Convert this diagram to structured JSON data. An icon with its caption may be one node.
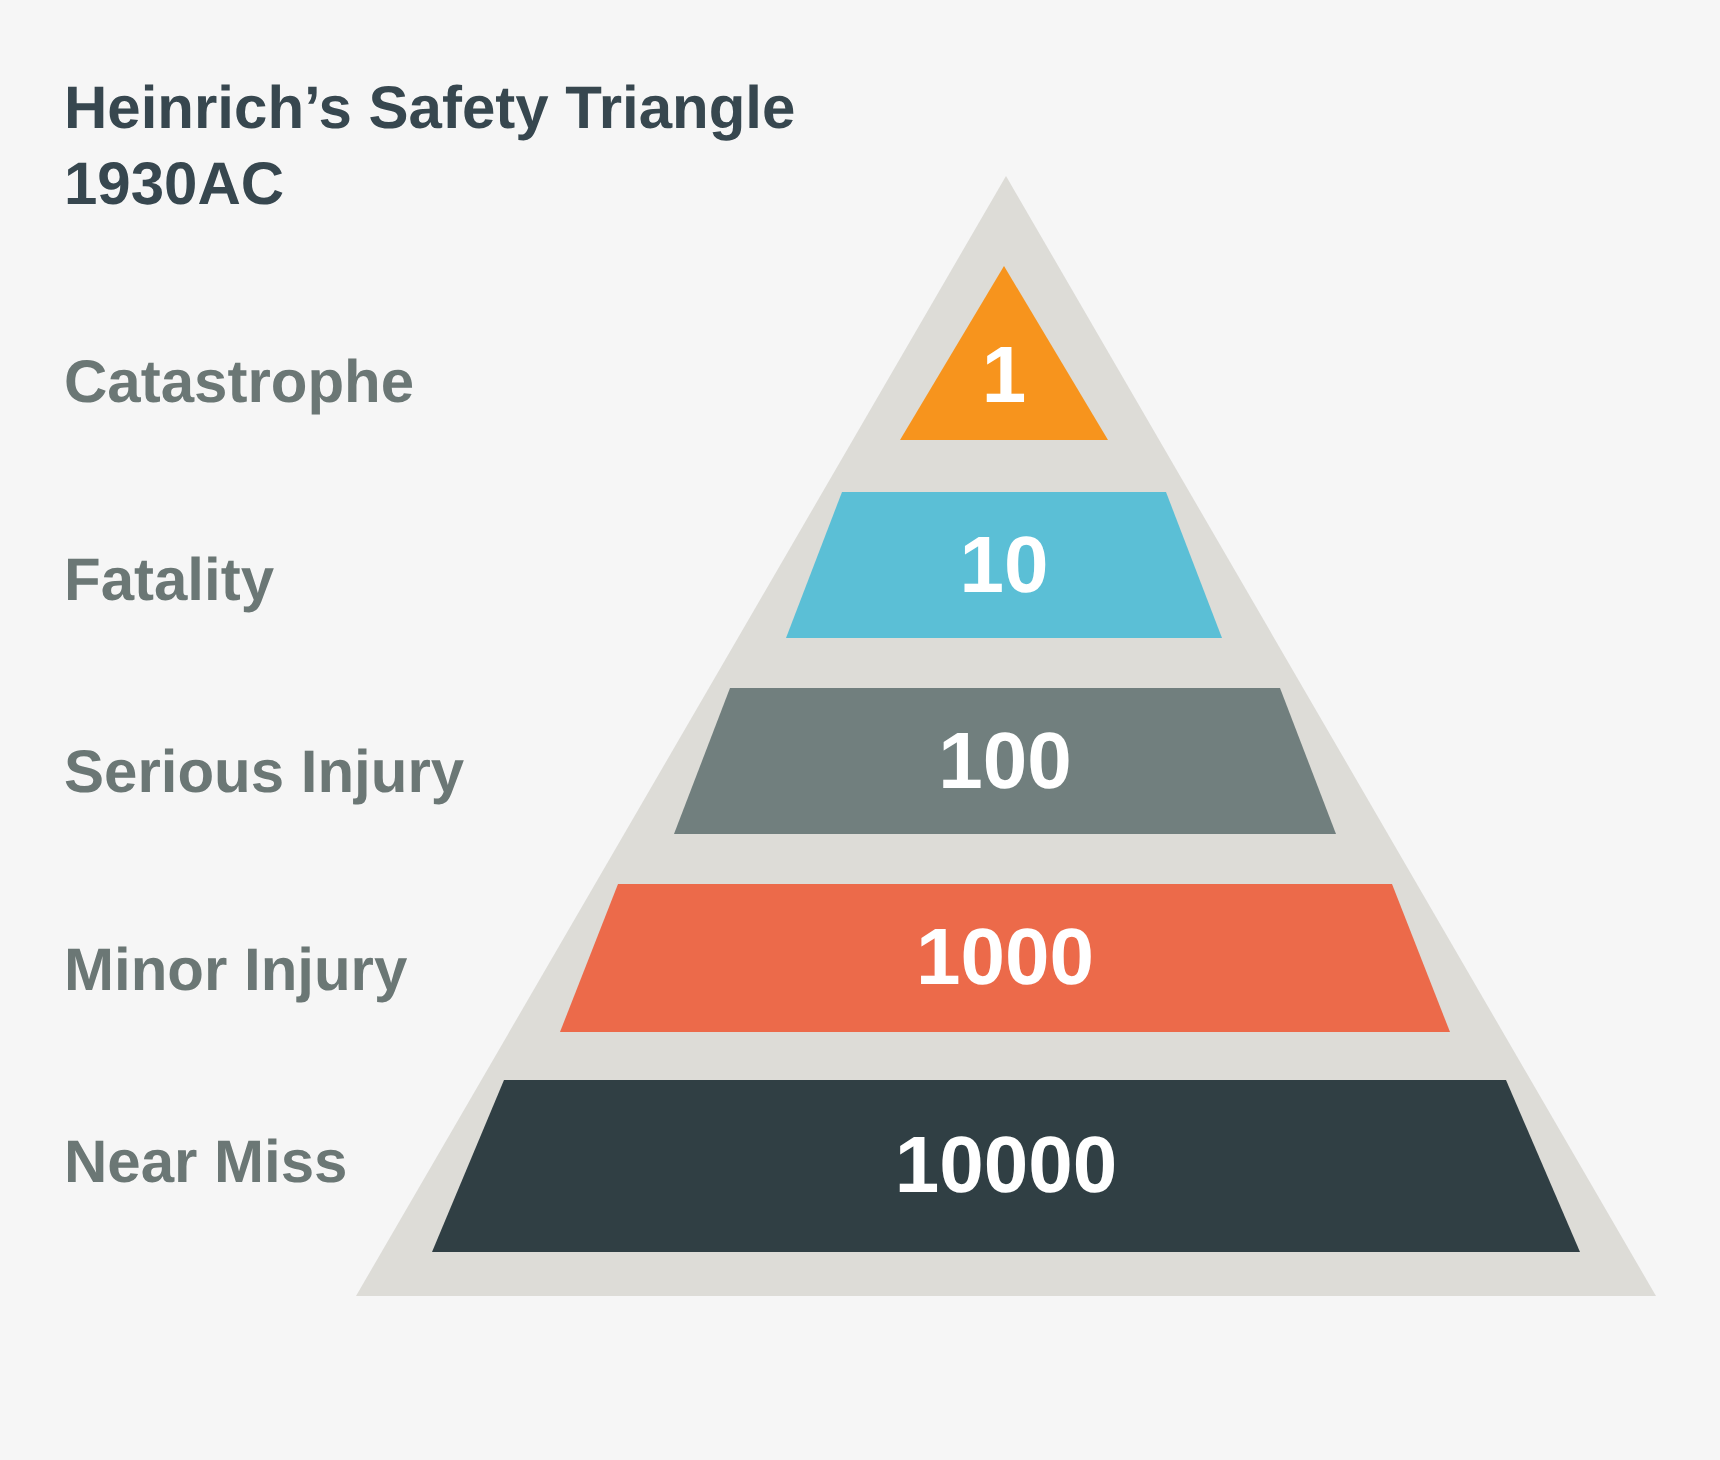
{
  "diagram": {
    "title": "Heinrich’s Safety Triangle 1930AC",
    "nodes": [
      {
        "text": [],
        "shape": "triangle"
      },
      {
        "text": [
          "1"
        ],
        "in": 0
      },
      {
        "text": [
          "10"
        ],
        "in": 0
      },
      {
        "text": [
          "100"
        ],
        "in": 0
      },
      {
        "text": [
          "1000"
        ],
        "in": 0
      },
      {
        "text": [
          "10000"
        ],
        "in": 0
      }
    ],
    "labels": [
      "Catastrophe",
      "Fatality",
      "Serious Injury",
      "Minor Injury",
      "Near Miss"
    ]
  }
}
